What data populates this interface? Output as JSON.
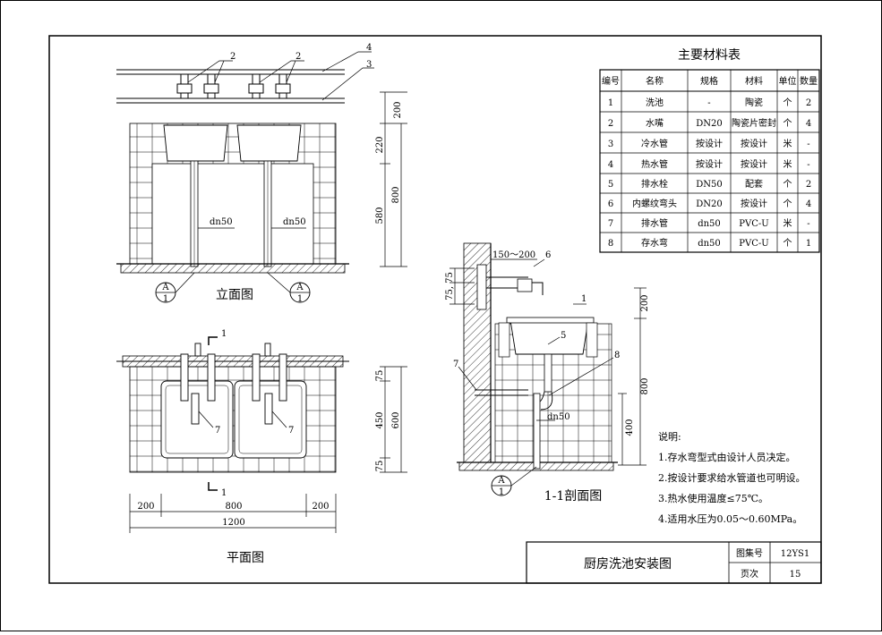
{
  "table": {
    "title": "主要材料表",
    "headers": [
      "编号",
      "名称",
      "规格",
      "材料",
      "单位",
      "数量"
    ],
    "rows": [
      [
        "1",
        "洗池",
        "-",
        "陶瓷",
        "个",
        "2"
      ],
      [
        "2",
        "水嘴",
        "DN20",
        "陶瓷片密封",
        "个",
        "4"
      ],
      [
        "3",
        "冷水管",
        "按设计",
        "按设计",
        "米",
        "-"
      ],
      [
        "4",
        "热水管",
        "按设计",
        "按设计",
        "米",
        "-"
      ],
      [
        "5",
        "排水栓",
        "DN50",
        "配套",
        "个",
        "2"
      ],
      [
        "6",
        "内螺纹弯头",
        "DN20",
        "按设计",
        "个",
        "4"
      ],
      [
        "7",
        "排水管",
        "dn50",
        "PVC-U",
        "米",
        "-"
      ],
      [
        "8",
        "存水弯",
        "dn50",
        "PVC-U",
        "个",
        "1"
      ]
    ]
  },
  "notes": {
    "heading": "说明:",
    "items": [
      "1.存水弯型式由设计人员决定。",
      "2.按设计要求给水管道也可明设。",
      "3.热水使用温度≤75℃。",
      "4.适用水压为0.05～0.60MPa。"
    ]
  },
  "titleblock": {
    "drawing_title": "厨房洗池安装图",
    "atlas_label": "图集号",
    "atlas_value": "12YS1",
    "page_label": "页次",
    "page_value": "15"
  },
  "views": {
    "elevation": "立面图",
    "plan": "平面图",
    "section": "1-1剖面图",
    "section_mark": "1"
  },
  "callouts": {
    "c1": "1",
    "c2": "2",
    "c3": "3",
    "c4": "4",
    "c5": "5",
    "c6": "6",
    "c7": "7",
    "c8": "8"
  },
  "detail_ref": {
    "top": "A",
    "bottom": "1"
  },
  "dims": {
    "d200": "200",
    "d220": "220",
    "d580": "580",
    "d800": "800",
    "d75": "75",
    "d450": "450",
    "d600": "600",
    "d1200": "1200",
    "d400": "400",
    "d150_200": "150～200",
    "d75_75": "75, 75",
    "dn50": "dn50"
  }
}
